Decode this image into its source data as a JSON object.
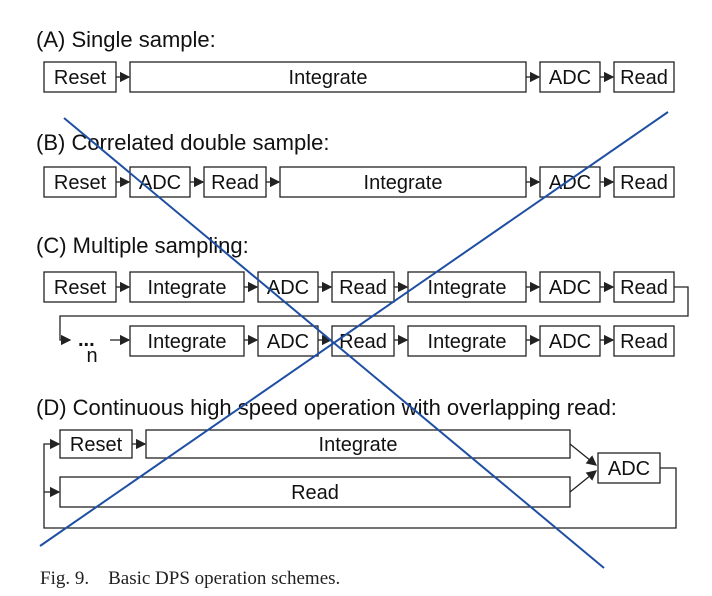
{
  "sections": {
    "a": {
      "title": "(A) Single sample:",
      "reset": "Reset",
      "integrate": "Integrate",
      "adc": "ADC",
      "read": "Read"
    },
    "b": {
      "title": "(B) Correlated double sample:",
      "reset": "Reset",
      "adc1": "ADC",
      "read1": "Read",
      "integrate": "Integrate",
      "adc2": "ADC",
      "read2": "Read"
    },
    "c": {
      "title": "(C) Multiple sampling:",
      "row1": [
        "Reset",
        "Integrate",
        "ADC",
        "Read",
        "Integrate",
        "ADC",
        "Read"
      ],
      "ellipsis": "...",
      "n_label": "n",
      "row2": [
        "Integrate",
        "ADC",
        "Read",
        "Integrate",
        "ADC",
        "Read"
      ]
    },
    "d": {
      "title": "(D) Continuous high speed operation with overlapping read:",
      "reset": "Reset",
      "integrate": "Integrate",
      "read": "Read",
      "adc": "ADC"
    }
  },
  "caption": "Fig. 9.    Basic DPS operation schemes.",
  "colors": {
    "cross_lines": "#1f4fa3",
    "boxes": "#222222"
  }
}
